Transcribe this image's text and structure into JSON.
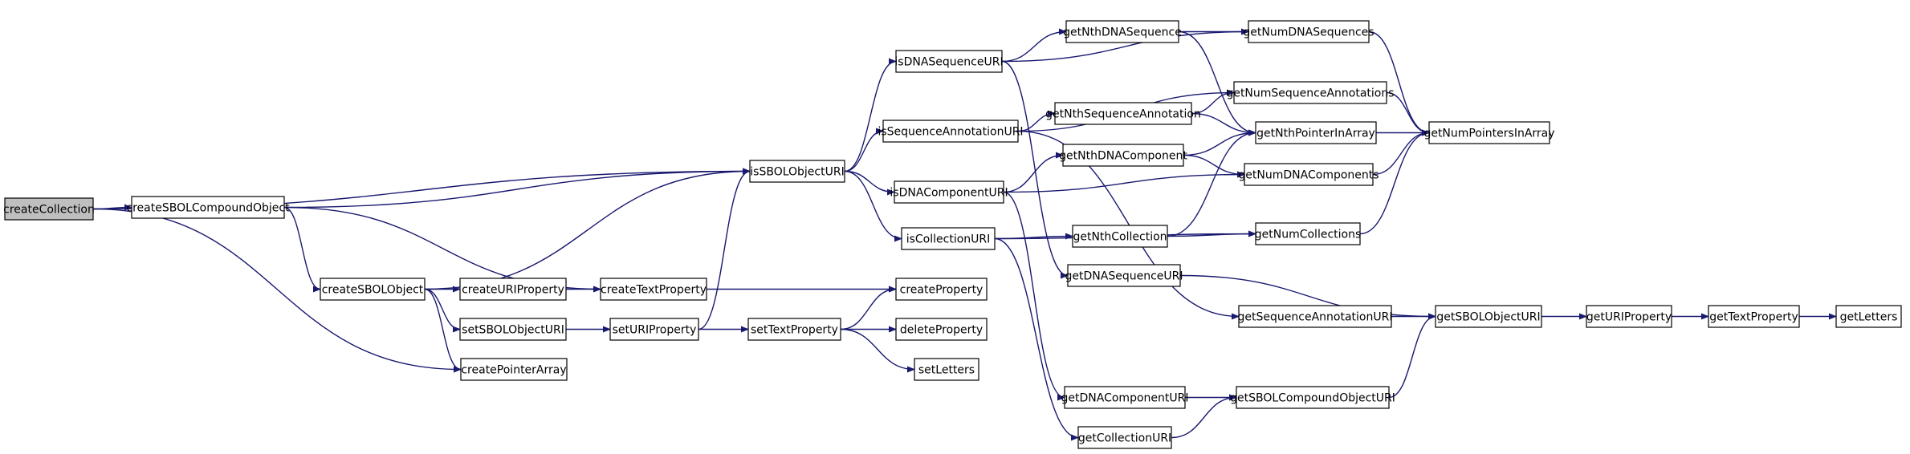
{
  "colors": {
    "edge": "#191970",
    "node_fill": "#ffffff",
    "node_highlight_fill": "#bfbfbf",
    "node_border": "#000000",
    "background": "#ffffff"
  },
  "nodes": [
    {
      "id": "createCollection",
      "label": "createCollection",
      "highlighted": true
    },
    {
      "id": "createSBOLCompoundObject",
      "label": "createSBOLCompoundObject"
    },
    {
      "id": "createSBOLObject",
      "label": "createSBOLObject"
    },
    {
      "id": "createPointerArray",
      "label": "createPointerArray"
    },
    {
      "id": "createURIProperty",
      "label": "createURIProperty"
    },
    {
      "id": "setSBOLObjectURI",
      "label": "setSBOLObjectURI"
    },
    {
      "id": "createTextProperty",
      "label": "createTextProperty"
    },
    {
      "id": "setURIProperty",
      "label": "setURIProperty"
    },
    {
      "id": "setTextProperty",
      "label": "setTextProperty"
    },
    {
      "id": "createProperty",
      "label": "createProperty"
    },
    {
      "id": "deleteProperty",
      "label": "deleteProperty"
    },
    {
      "id": "setLetters",
      "label": "setLetters"
    },
    {
      "id": "isSBOLObjectURI",
      "label": "isSBOLObjectURI"
    },
    {
      "id": "isDNASequenceURI",
      "label": "isDNASequenceURI"
    },
    {
      "id": "isSequenceAnnotationURI",
      "label": "isSequenceAnnotationURI"
    },
    {
      "id": "isDNAComponentURI",
      "label": "isDNAComponentURI"
    },
    {
      "id": "isCollectionURI",
      "label": "isCollectionURI"
    },
    {
      "id": "getNthDNASequence",
      "label": "getNthDNASequence"
    },
    {
      "id": "getNthSequenceAnnotation",
      "label": "getNthSequenceAnnotation"
    },
    {
      "id": "getNthDNAComponent",
      "label": "getNthDNAComponent"
    },
    {
      "id": "getNthCollection",
      "label": "getNthCollection"
    },
    {
      "id": "getDNASequenceURI",
      "label": "getDNASequenceURI"
    },
    {
      "id": "getDNAComponentURI",
      "label": "getDNAComponentURI"
    },
    {
      "id": "getCollectionURI",
      "label": "getCollectionURI"
    },
    {
      "id": "getNumDNASequences",
      "label": "getNumDNASequences"
    },
    {
      "id": "getNumSequenceAnnotations",
      "label": "getNumSequenceAnnotations"
    },
    {
      "id": "getNthPointerInArray",
      "label": "getNthPointerInArray"
    },
    {
      "id": "getNumDNAComponents",
      "label": "getNumDNAComponents"
    },
    {
      "id": "getNumCollections",
      "label": "getNumCollections"
    },
    {
      "id": "getSequenceAnnotationURI",
      "label": "getSequenceAnnotationURI"
    },
    {
      "id": "getSBOLCompoundObjectURI",
      "label": "getSBOLCompoundObjectURI"
    },
    {
      "id": "getNumPointersInArray",
      "label": "getNumPointersInArray"
    },
    {
      "id": "getSBOLObjectURI",
      "label": "getSBOLObjectURI"
    },
    {
      "id": "getURIProperty",
      "label": "getURIProperty"
    },
    {
      "id": "getTextProperty",
      "label": "getTextProperty"
    },
    {
      "id": "getLetters",
      "label": "getLetters"
    }
  ],
  "edges": [
    {
      "from": "createCollection",
      "to": "createSBOLCompoundObject"
    },
    {
      "from": "createCollection",
      "to": "isSBOLObjectURI"
    },
    {
      "from": "createCollection",
      "to": "createPointerArray"
    },
    {
      "from": "createSBOLCompoundObject",
      "to": "isSBOLObjectURI"
    },
    {
      "from": "createSBOLCompoundObject",
      "to": "createSBOLObject"
    },
    {
      "from": "createSBOLCompoundObject",
      "to": "createTextProperty"
    },
    {
      "from": "createSBOLObject",
      "to": "isSBOLObjectURI"
    },
    {
      "from": "createSBOLObject",
      "to": "createURIProperty"
    },
    {
      "from": "createSBOLObject",
      "to": "setSBOLObjectURI"
    },
    {
      "from": "createSBOLObject",
      "to": "createPointerArray"
    },
    {
      "from": "createURIProperty",
      "to": "createTextProperty"
    },
    {
      "from": "setSBOLObjectURI",
      "to": "setURIProperty"
    },
    {
      "from": "createTextProperty",
      "to": "createProperty"
    },
    {
      "from": "setURIProperty",
      "to": "isSBOLObjectURI"
    },
    {
      "from": "setURIProperty",
      "to": "setTextProperty"
    },
    {
      "from": "setTextProperty",
      "to": "createProperty"
    },
    {
      "from": "setTextProperty",
      "to": "deleteProperty"
    },
    {
      "from": "setTextProperty",
      "to": "setLetters"
    },
    {
      "from": "isSBOLObjectURI",
      "to": "isDNASequenceURI"
    },
    {
      "from": "isSBOLObjectURI",
      "to": "isSequenceAnnotationURI"
    },
    {
      "from": "isSBOLObjectURI",
      "to": "isDNAComponentURI"
    },
    {
      "from": "isSBOLObjectURI",
      "to": "isCollectionURI"
    },
    {
      "from": "isDNASequenceURI",
      "to": "getNthDNASequence"
    },
    {
      "from": "isDNASequenceURI",
      "to": "getNumDNASequences"
    },
    {
      "from": "isDNASequenceURI",
      "to": "getDNASequenceURI"
    },
    {
      "from": "isSequenceAnnotationURI",
      "to": "getNthSequenceAnnotation"
    },
    {
      "from": "isSequenceAnnotationURI",
      "to": "getNumSequenceAnnotations"
    },
    {
      "from": "isSequenceAnnotationURI",
      "to": "getSequenceAnnotationURI"
    },
    {
      "from": "isDNAComponentURI",
      "to": "getNthDNAComponent"
    },
    {
      "from": "isDNAComponentURI",
      "to": "getNumDNAComponents"
    },
    {
      "from": "isDNAComponentURI",
      "to": "getDNAComponentURI"
    },
    {
      "from": "isCollectionURI",
      "to": "getNthCollection"
    },
    {
      "from": "isCollectionURI",
      "to": "getNumCollections"
    },
    {
      "from": "isCollectionURI",
      "to": "getCollectionURI"
    },
    {
      "from": "getNthDNASequence",
      "to": "getNumDNASequences"
    },
    {
      "from": "getNthDNASequence",
      "to": "getNthPointerInArray"
    },
    {
      "from": "getNthSequenceAnnotation",
      "to": "getNumSequenceAnnotations"
    },
    {
      "from": "getNthSequenceAnnotation",
      "to": "getNthPointerInArray"
    },
    {
      "from": "getNthDNAComponent",
      "to": "getNthPointerInArray"
    },
    {
      "from": "getNthDNAComponent",
      "to": "getNumDNAComponents"
    },
    {
      "from": "getNthCollection",
      "to": "getNthPointerInArray"
    },
    {
      "from": "getNthCollection",
      "to": "getNumCollections"
    },
    {
      "from": "getNumDNASequences",
      "to": "getNumPointersInArray"
    },
    {
      "from": "getNumSequenceAnnotations",
      "to": "getNumPointersInArray"
    },
    {
      "from": "getNthPointerInArray",
      "to": "getNumPointersInArray"
    },
    {
      "from": "getNumDNAComponents",
      "to": "getNumPointersInArray"
    },
    {
      "from": "getNumCollections",
      "to": "getNumPointersInArray"
    },
    {
      "from": "getDNASequenceURI",
      "to": "getSBOLObjectURI"
    },
    {
      "from": "getSequenceAnnotationURI",
      "to": "getSBOLObjectURI"
    },
    {
      "from": "getDNAComponentURI",
      "to": "getSBOLCompoundObjectURI"
    },
    {
      "from": "getCollectionURI",
      "to": "getSBOLCompoundObjectURI"
    },
    {
      "from": "getSBOLCompoundObjectURI",
      "to": "getSBOLObjectURI"
    },
    {
      "from": "getSBOLObjectURI",
      "to": "getURIProperty"
    },
    {
      "from": "getURIProperty",
      "to": "getTextProperty"
    },
    {
      "from": "getTextProperty",
      "to": "getLetters"
    }
  ]
}
